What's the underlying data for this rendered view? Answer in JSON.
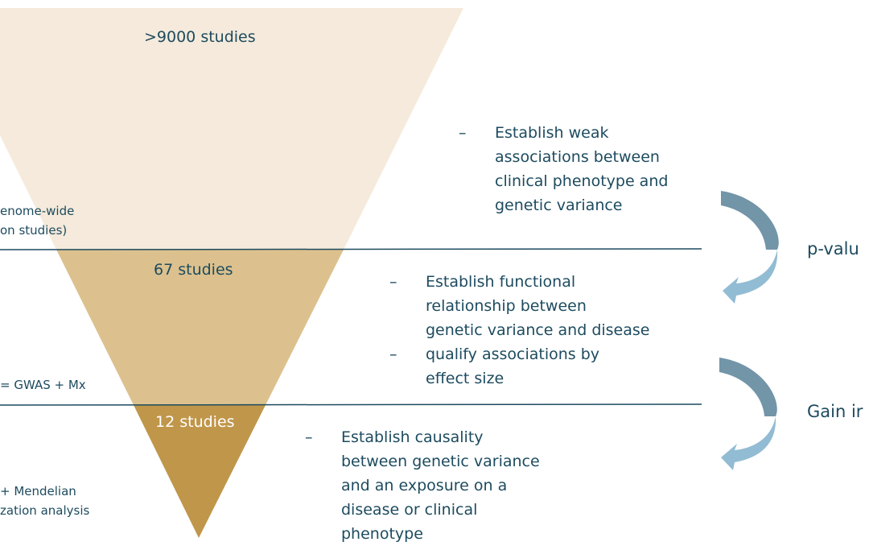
{
  "funnel": {
    "levels": [
      {
        "count_label": ">9000 studies",
        "left_label": [
          "enome-wide",
          "on studies)"
        ],
        "color": "#f5eadb",
        "text_color": "#1d4b5f"
      },
      {
        "count_label": "67 studies",
        "left_label": [
          "= GWAS + Mx"
        ],
        "color": "#dcc18e",
        "text_color": "#1d4b5f"
      },
      {
        "count_label": "12 studies",
        "left_label": [
          "+ Mendelian",
          "zation analysis"
        ],
        "color": "#c0964a",
        "text_color": "#ffffff"
      }
    ]
  },
  "bullets": [
    {
      "dash": "–",
      "lines": [
        "Establish weak",
        "associations between",
        "clinical phenotype and",
        "genetic variance"
      ]
    },
    {
      "dash": "–",
      "lines": [
        "Establish functional",
        "relationship between",
        "genetic variance and disease"
      ]
    },
    {
      "dash": "–",
      "lines": [
        "qualify associations by",
        "effect size"
      ]
    },
    {
      "dash": "–",
      "lines": [
        "Establish causality",
        "between genetic variance",
        "and an exposure on a",
        "disease or clinical",
        "phenotype"
      ]
    }
  ],
  "arrows": [
    {
      "label": "p-valu"
    },
    {
      "label": "Gain ir"
    }
  ],
  "colors": {
    "text": "#1d4b5f",
    "arrow_dark": "#7295a8",
    "arrow_light": "#92bcd3"
  }
}
